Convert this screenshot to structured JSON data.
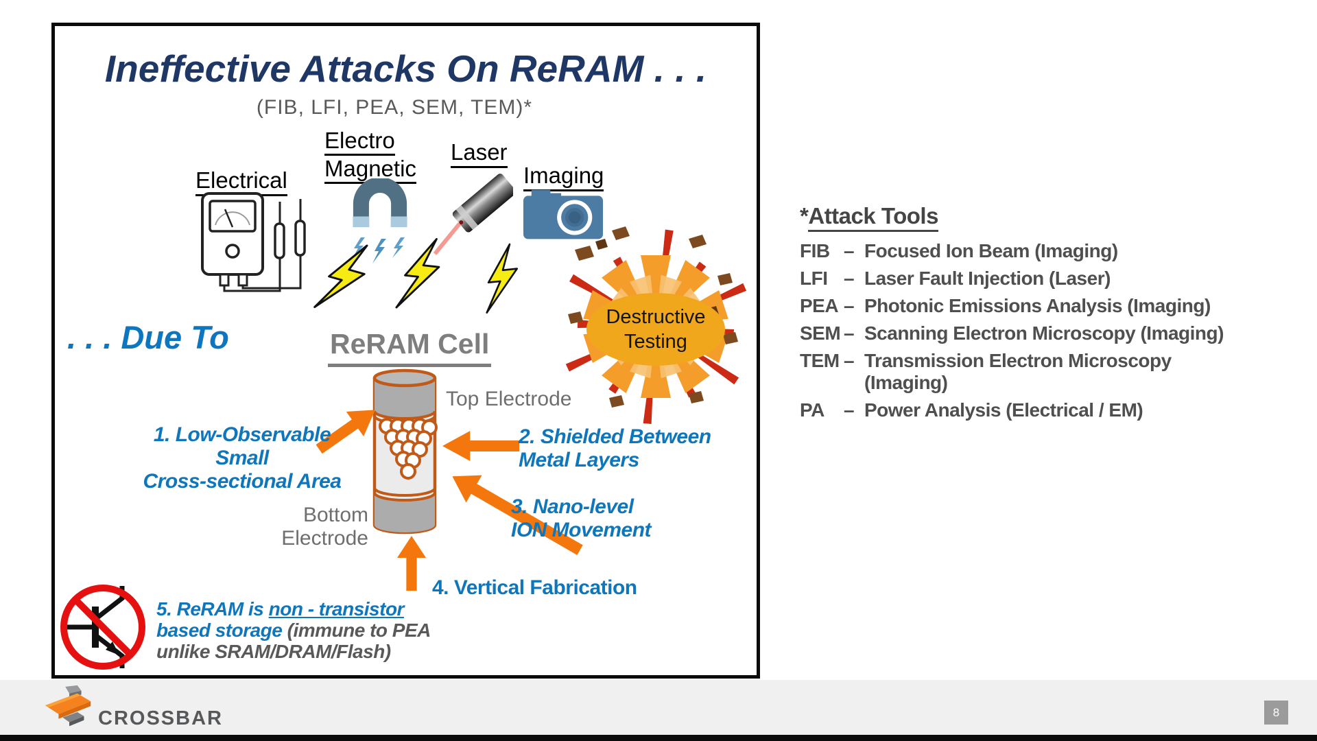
{
  "slide": {
    "title": "Ineffective Attacks On ReRAM . . .",
    "subtitle": "(FIB, LFI, PEA, SEM, TEM)*",
    "attack_methods": {
      "electrical": "Electrical",
      "electromagnetic_line1": "Electro",
      "electromagnetic_line2": "Magnetic",
      "laser": "Laser",
      "imaging": "Imaging"
    },
    "due_to": ". . . Due To",
    "destructive": {
      "line1": "Destructive",
      "line2": "Testing"
    },
    "cell": {
      "title": "ReRAM Cell",
      "top_electrode": "Top Electrode",
      "bottom_electrode": "Bottom Electrode"
    },
    "reasons": {
      "r1_line1": "1. Low-Observable Small",
      "r1_line2": "Cross-sectional Area",
      "r2_line1": "2. Shielded Between",
      "r2_line2": "Metal Layers",
      "r3_line1": "3. Nano-level",
      "r3_line2": "ION Movement",
      "r4": "4. Vertical Fabrication",
      "r5_blue1": "5. ReRAM is ",
      "r5_underline": "non - transistor",
      "r5_blue2": "based storage ",
      "r5_gray1": "(immune to PEA",
      "r5_gray2": "unlike SRAM/DRAM/Flash)"
    },
    "attack_tools": {
      "star": "*",
      "heading": "Attack Tools",
      "dash": "–",
      "items": [
        {
          "abbr": "FIB",
          "desc": "Focused Ion Beam (Imaging)"
        },
        {
          "abbr": "LFI",
          "desc": "Laser Fault Injection (Laser)"
        },
        {
          "abbr": "PEA",
          "desc": "Photonic Emissions Analysis (Imaging)"
        },
        {
          "abbr": "SEM",
          "desc": "Scanning Electron Microscopy (Imaging)"
        },
        {
          "abbr": "TEM",
          "desc": "Transmission Electron Microscopy (Imaging)"
        },
        {
          "abbr": "PA",
          "desc": "Power Analysis (Electrical / EM)"
        }
      ]
    },
    "footer": {
      "brand": "CROSSBAR",
      "page_number": "8"
    },
    "colors": {
      "title_navy": "#1F3765",
      "annotation_blue": "#0F76BC",
      "arrow_orange": "#F4770E",
      "cylinder_outline": "#C05A18",
      "text_gray": "#595959"
    }
  }
}
